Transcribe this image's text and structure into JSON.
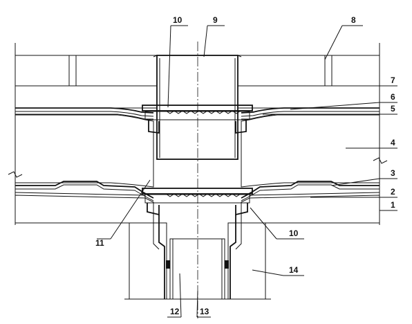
{
  "drawing": {
    "callouts": [
      "1",
      "2",
      "3",
      "4",
      "5",
      "6",
      "7",
      "8",
      "9",
      "10",
      "10",
      "11",
      "12",
      "13",
      "14"
    ]
  }
}
